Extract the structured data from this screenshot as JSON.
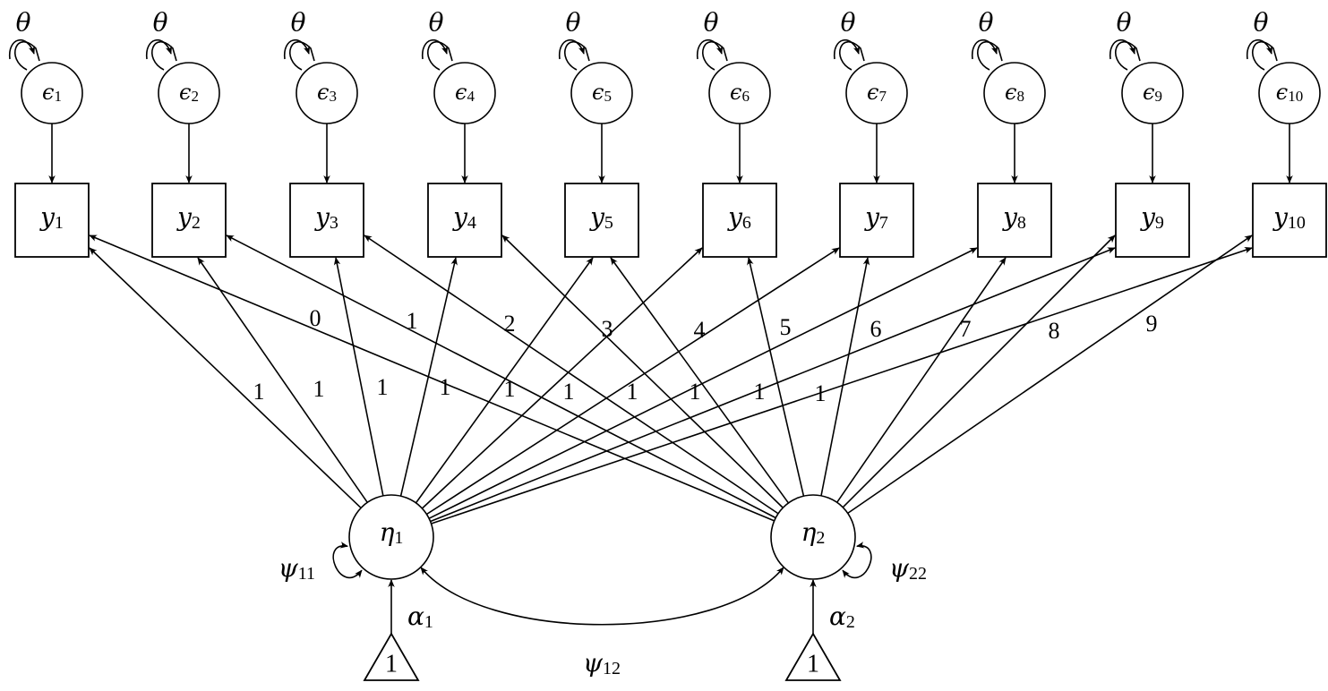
{
  "diagram": {
    "type": "structural-equation-path-diagram",
    "colors": {
      "stroke": "#000000",
      "background": "#ffffff"
    },
    "residuals": [
      {
        "symbol": "ϵ",
        "sub": "1",
        "variance_label": "θ"
      },
      {
        "symbol": "ϵ",
        "sub": "2",
        "variance_label": "θ"
      },
      {
        "symbol": "ϵ",
        "sub": "3",
        "variance_label": "θ"
      },
      {
        "symbol": "ϵ",
        "sub": "4",
        "variance_label": "θ"
      },
      {
        "symbol": "ϵ",
        "sub": "5",
        "variance_label": "θ"
      },
      {
        "symbol": "ϵ",
        "sub": "6",
        "variance_label": "θ"
      },
      {
        "symbol": "ϵ",
        "sub": "7",
        "variance_label": "θ"
      },
      {
        "symbol": "ϵ",
        "sub": "8",
        "variance_label": "θ"
      },
      {
        "symbol": "ϵ",
        "sub": "9",
        "variance_label": "θ"
      },
      {
        "symbol": "ϵ",
        "sub": "10",
        "variance_label": "θ"
      }
    ],
    "observed": [
      {
        "symbol": "y",
        "sub": "1"
      },
      {
        "symbol": "y",
        "sub": "2"
      },
      {
        "symbol": "y",
        "sub": "3"
      },
      {
        "symbol": "y",
        "sub": "4"
      },
      {
        "symbol": "y",
        "sub": "5"
      },
      {
        "symbol": "y",
        "sub": "6"
      },
      {
        "symbol": "y",
        "sub": "7"
      },
      {
        "symbol": "y",
        "sub": "8"
      },
      {
        "symbol": "y",
        "sub": "9"
      },
      {
        "symbol": "y",
        "sub": "10"
      }
    ],
    "latents": [
      {
        "symbol": "η",
        "sub": "1",
        "variance_label": {
          "symbol": "ψ",
          "sub": "11"
        },
        "mean_label": {
          "symbol": "α",
          "sub": "1"
        },
        "constant": "1"
      },
      {
        "symbol": "η",
        "sub": "2",
        "variance_label": {
          "symbol": "ψ",
          "sub": "22"
        },
        "mean_label": {
          "symbol": "α",
          "sub": "2"
        },
        "constant": "1"
      }
    ],
    "covariance_label": {
      "symbol": "ψ",
      "sub": "12"
    },
    "loadings": {
      "eta1": [
        "1",
        "1",
        "1",
        "1",
        "1",
        "1",
        "1",
        "1",
        "1",
        "1"
      ],
      "eta2": [
        "0",
        "1",
        "2",
        "3",
        "4",
        "5",
        "6",
        "7",
        "8",
        "9"
      ]
    }
  }
}
